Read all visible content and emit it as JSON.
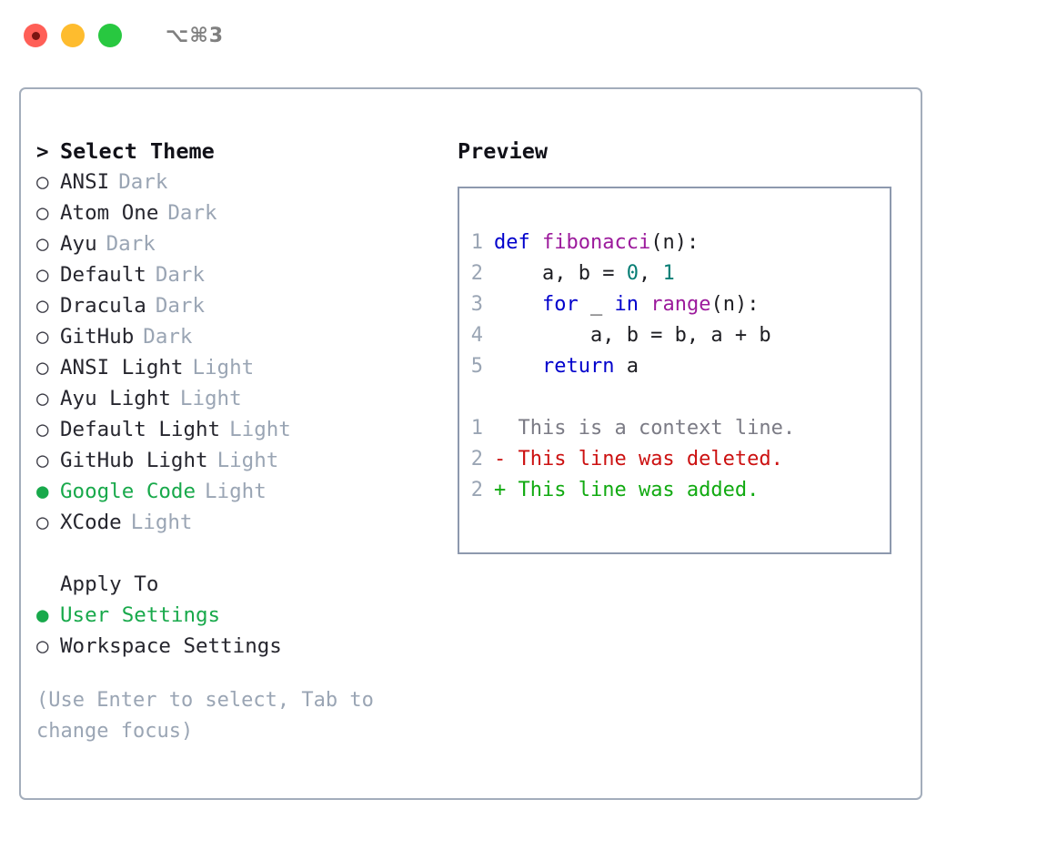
{
  "titlebar": {
    "shortcut": "⌥⌘3",
    "buttons": [
      {
        "name": "close",
        "color": "#ff5f57"
      },
      {
        "name": "minimize",
        "color": "#febc2e"
      },
      {
        "name": "maximize",
        "color": "#28c840"
      }
    ]
  },
  "theme_picker": {
    "heading": "Select Theme",
    "caret": ">",
    "bullet_unselected": "○",
    "bullet_selected": "●",
    "items": [
      {
        "name": "ANSI",
        "category": "Dark",
        "selected": false
      },
      {
        "name": "Atom One",
        "category": "Dark",
        "selected": false
      },
      {
        "name": "Ayu",
        "category": "Dark",
        "selected": false
      },
      {
        "name": "Default",
        "category": "Dark",
        "selected": false
      },
      {
        "name": "Dracula",
        "category": "Dark",
        "selected": false
      },
      {
        "name": "GitHub",
        "category": "Dark",
        "selected": false
      },
      {
        "name": "ANSI Light",
        "category": "Light",
        "selected": false
      },
      {
        "name": "Ayu Light",
        "category": "Light",
        "selected": false
      },
      {
        "name": "Default Light",
        "category": "Light",
        "selected": false
      },
      {
        "name": "GitHub Light",
        "category": "Light",
        "selected": false
      },
      {
        "name": "Google Code",
        "category": "Light",
        "selected": true
      },
      {
        "name": "XCode",
        "category": "Light",
        "selected": false
      }
    ]
  },
  "apply_to": {
    "heading": "Apply To",
    "options": [
      {
        "name": "User Settings",
        "selected": true
      },
      {
        "name": "Workspace Settings",
        "selected": false
      }
    ]
  },
  "hint": "(Use Enter to select, Tab to change focus)",
  "preview": {
    "title": "Preview",
    "code_lines": [
      {
        "num": "1",
        "tokens": [
          {
            "t": "def",
            "c": "kw"
          },
          {
            "t": " ",
            "c": "plain"
          },
          {
            "t": "fibonacci",
            "c": "fn"
          },
          {
            "t": "(n):",
            "c": "plain"
          }
        ]
      },
      {
        "num": "2",
        "tokens": [
          {
            "t": "    a, b = ",
            "c": "plain"
          },
          {
            "t": "0",
            "c": "num"
          },
          {
            "t": ", ",
            "c": "plain"
          },
          {
            "t": "1",
            "c": "num"
          }
        ]
      },
      {
        "num": "3",
        "tokens": [
          {
            "t": "    ",
            "c": "plain"
          },
          {
            "t": "for",
            "c": "kw"
          },
          {
            "t": " _ ",
            "c": "plain"
          },
          {
            "t": "in",
            "c": "kw"
          },
          {
            "t": " ",
            "c": "plain"
          },
          {
            "t": "range",
            "c": "fn"
          },
          {
            "t": "(n):",
            "c": "plain"
          }
        ]
      },
      {
        "num": "4",
        "tokens": [
          {
            "t": "        a, b = b, a + b",
            "c": "plain"
          }
        ]
      },
      {
        "num": "5",
        "tokens": [
          {
            "t": "    ",
            "c": "plain"
          },
          {
            "t": "return",
            "c": "kw"
          },
          {
            "t": " a",
            "c": "plain"
          }
        ]
      }
    ],
    "diff_lines": [
      {
        "num": "1",
        "marker": " ",
        "text": " This is a context line.",
        "kind": "ctx"
      },
      {
        "num": "2",
        "marker": "-",
        "text": " This line was deleted.",
        "kind": "del"
      },
      {
        "num": "2",
        "marker": "+",
        "text": " This line was added.",
        "kind": "add"
      }
    ]
  },
  "colors": {
    "accent_green": "#18a94b",
    "muted": "#9aa5b4",
    "border": "#8d99ae",
    "keyword": "#0000cc",
    "function": "#9c1a9c",
    "number": "#067d74",
    "diff_delete": "#cc1111",
    "diff_add": "#11aa11"
  }
}
